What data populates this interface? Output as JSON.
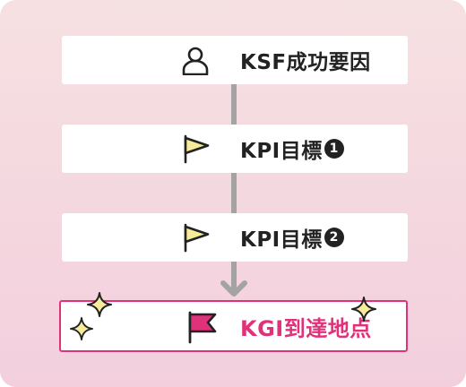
{
  "steps": [
    {
      "label": "KSF成功要因",
      "icon": "person-icon"
    },
    {
      "label": "KPI目標",
      "badge": "1",
      "icon": "flag-icon"
    },
    {
      "label": "KPI目標",
      "badge": "2",
      "icon": "flag-icon"
    },
    {
      "label": "KGI到達地点",
      "icon": "flag-icon",
      "highlight": true
    }
  ],
  "colors": {
    "background_top": "#f6e1e2",
    "background_bottom": "#f3cfdd",
    "connector": "#a3a3a3",
    "flag_yellow": "#f8ec9a",
    "flag_pink": "#e0327a",
    "text": "#222222",
    "goal_accent": "#e0327a",
    "sparkle": "#f8ec9a"
  }
}
